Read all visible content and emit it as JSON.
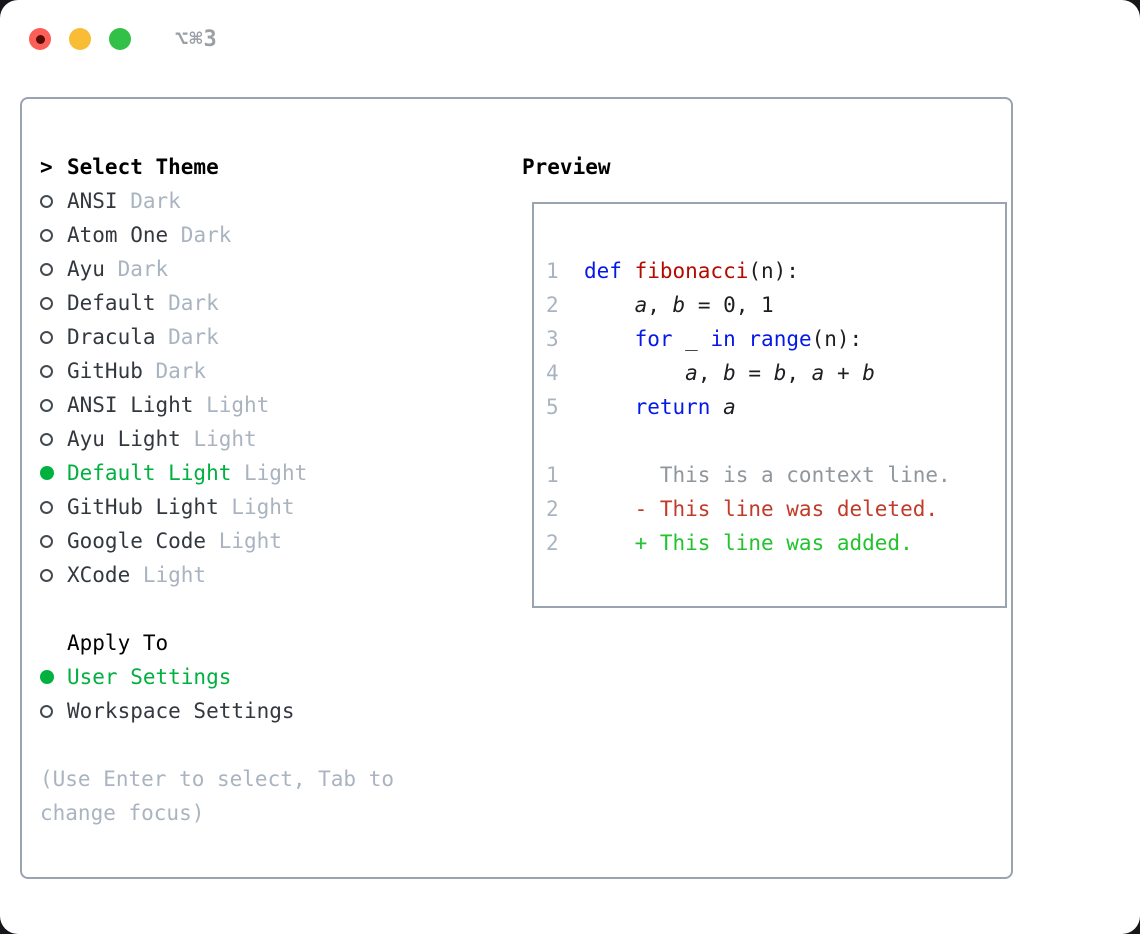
{
  "titlebar": {
    "title": "⌥⌘3"
  },
  "theme_list": {
    "cursor": ">",
    "header": "Select Theme",
    "items": [
      {
        "name": "ANSI",
        "tag": "Dark",
        "selected": false
      },
      {
        "name": "Atom One",
        "tag": "Dark",
        "selected": false
      },
      {
        "name": "Ayu",
        "tag": "Dark",
        "selected": false
      },
      {
        "name": "Default",
        "tag": "Dark",
        "selected": false
      },
      {
        "name": "Dracula",
        "tag": "Dark",
        "selected": false
      },
      {
        "name": "GitHub",
        "tag": "Dark",
        "selected": false
      },
      {
        "name": "ANSI Light",
        "tag": "Light",
        "selected": false
      },
      {
        "name": "Ayu Light",
        "tag": "Light",
        "selected": false
      },
      {
        "name": "Default Light",
        "tag": "Light",
        "selected": true
      },
      {
        "name": "GitHub Light",
        "tag": "Light",
        "selected": false
      },
      {
        "name": "Google Code",
        "tag": "Light",
        "selected": false
      },
      {
        "name": "XCode",
        "tag": "Light",
        "selected": false
      }
    ]
  },
  "apply_to": {
    "header": "Apply To",
    "items": [
      {
        "name": "User Settings",
        "selected": true
      },
      {
        "name": "Workspace Settings",
        "selected": false
      }
    ]
  },
  "hint": "(Use Enter to select, Tab to change focus)",
  "preview": {
    "header": "Preview",
    "code_lines": [
      {
        "num": "1",
        "tokens": [
          {
            "t": "def ",
            "c": "kw"
          },
          {
            "t": "fibonacci",
            "c": "fn"
          },
          {
            "t": "(n):",
            "c": "pl"
          }
        ]
      },
      {
        "num": "2",
        "tokens": [
          {
            "t": "    ",
            "c": "pl"
          },
          {
            "t": "a",
            "c": "var"
          },
          {
            "t": ", ",
            "c": "pl"
          },
          {
            "t": "b",
            "c": "var"
          },
          {
            "t": " = 0, 1",
            "c": "pl"
          }
        ]
      },
      {
        "num": "3",
        "tokens": [
          {
            "t": "    ",
            "c": "pl"
          },
          {
            "t": "for",
            "c": "kw"
          },
          {
            "t": " _ ",
            "c": "pl"
          },
          {
            "t": "in",
            "c": "kw"
          },
          {
            "t": " ",
            "c": "pl"
          },
          {
            "t": "range",
            "c": "kw"
          },
          {
            "t": "(n):",
            "c": "pl"
          }
        ]
      },
      {
        "num": "4",
        "tokens": [
          {
            "t": "        ",
            "c": "pl"
          },
          {
            "t": "a",
            "c": "var"
          },
          {
            "t": ", ",
            "c": "pl"
          },
          {
            "t": "b",
            "c": "var"
          },
          {
            "t": " = ",
            "c": "pl"
          },
          {
            "t": "b",
            "c": "var"
          },
          {
            "t": ", ",
            "c": "pl"
          },
          {
            "t": "a",
            "c": "var"
          },
          {
            "t": " + ",
            "c": "pl"
          },
          {
            "t": "b",
            "c": "var"
          }
        ]
      },
      {
        "num": "5",
        "tokens": [
          {
            "t": "    ",
            "c": "pl"
          },
          {
            "t": "return",
            "c": "kw"
          },
          {
            "t": " ",
            "c": "pl"
          },
          {
            "t": "a",
            "c": "var"
          }
        ]
      }
    ],
    "diff_lines": [
      {
        "num": "1",
        "text": "      This is a context line.",
        "kind": "ctx"
      },
      {
        "num": "2",
        "text": "    - This line was deleted.",
        "kind": "del"
      },
      {
        "num": "2",
        "text": "    + This line was added.",
        "kind": "add"
      }
    ]
  },
  "colors": {
    "accent_green": "#00b140",
    "diff_added_green": "#22c32e",
    "diff_deleted_red": "#c23a28",
    "keyword_blue": "#0418e8",
    "function_red": "#b30b00",
    "muted_gray": "#a9b4c0",
    "panel_border": "#9aa3b0",
    "traffic_red": "#fb5f57",
    "traffic_yellow": "#f8bd35",
    "traffic_green": "#33c048"
  }
}
